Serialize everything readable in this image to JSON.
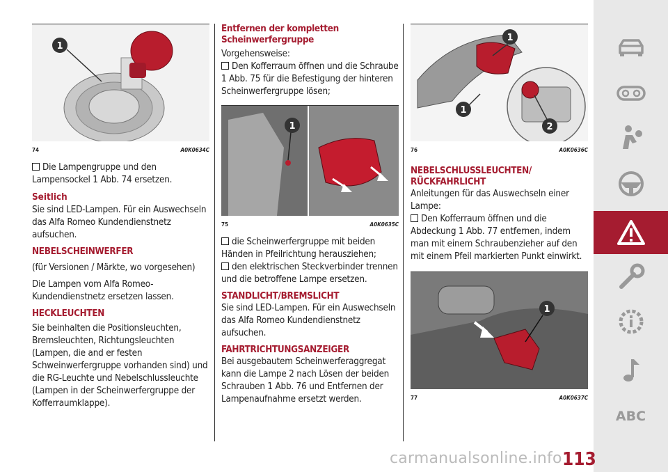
{
  "column1": {
    "figure": {
      "number": "74",
      "code": "A0K0634C",
      "callouts": [
        "1"
      ]
    },
    "para1": "Die Lampengruppe und den Lampensockel 1 Abb. 74 ersetzen.",
    "h_seitlich": "Seitlich",
    "para2": "Sie sind LED-Lampen. Für ein Auswechseln das Alfa Romeo Kundendienstnetz aufsuchen.",
    "h_nebel": "NEBELSCHEINWERFER",
    "para3": "(für Versionen / Märkte, wo vorgesehen)",
    "para4": "Die Lampen vom Alfa Romeo-Kundendienstnetz ersetzen lassen.",
    "h_heck": "HECKLEUCHTEN",
    "para5": "Sie beinhalten die Positionsleuchten, Bremsleuchten, Richtungsleuchten (Lampen, die and er festen Schweinwerfergruppe vorhanden sind) und die RG-Leuchte und Nebelschlussleuchte (Lampen in der Scheinwerfergruppe der Kofferraumklappe)."
  },
  "column2": {
    "h_entfernen": "Entfernen der kompletten Scheinwerfergruppe",
    "para1": "Vorgehensweise:",
    "bullet1": "Den Kofferraum öffnen und die Schraube 1 Abb. 75 für die Befestigung der hinteren Scheinwerfergruppe lösen;",
    "figure": {
      "number": "75",
      "code": "A0K0635C",
      "callouts": [
        "1"
      ]
    },
    "bullet2": "die Scheinwerfergruppe mit beiden Händen in Pfeilrichtung herausziehen;",
    "bullet3": "den elektrischen Steckverbinder trennen und die betroffene Lampe ersetzen.",
    "h_stand": "STANDLICHT/BREMSLICHT",
    "para2": "Sie sind LED-Lampen. Für ein Auswechseln das Alfa Romeo Kundendienstnetz aufsuchen.",
    "h_fahrt": "FAHRTRICHTUNGSANZEIGER",
    "para3": "Bei ausgebautem Scheinwerferaggregat kann die Lampe 2 nach Lösen der beiden Schrauben 1 Abb. 76 und Entfernen der Lampenaufnahme ersetzt werden."
  },
  "column3": {
    "figure1": {
      "number": "76",
      "code": "A0K0636C",
      "callouts": [
        "1",
        "1",
        "2"
      ]
    },
    "h_nebelschluss": "NEBELSCHLUSSLEUCHTEN/ RÜCKFAHRLICHT",
    "para1": "Anleitungen für das Auswechseln einer Lampe:",
    "bullet1": "Den Kofferraum öffnen und die Abdeckung 1 Abb. 77 entfernen, indem man mit einem Schraubenzieher auf den mit einem Pfeil markierten Punkt einwirkt.",
    "figure2": {
      "number": "77",
      "code": "A0K0637C",
      "callouts": [
        "1"
      ]
    }
  },
  "sidebar": {
    "items": [
      "car-icon",
      "dashboard-icon",
      "seatbelt-icon",
      "steering-wheel-icon",
      "warning-icon",
      "wrench-icon",
      "gear-info-icon",
      "music-note-icon"
    ],
    "abc_label": "ABC",
    "active_color": "#a51c30"
  },
  "page_number": "113",
  "watermark": "carmanualsonline.info"
}
